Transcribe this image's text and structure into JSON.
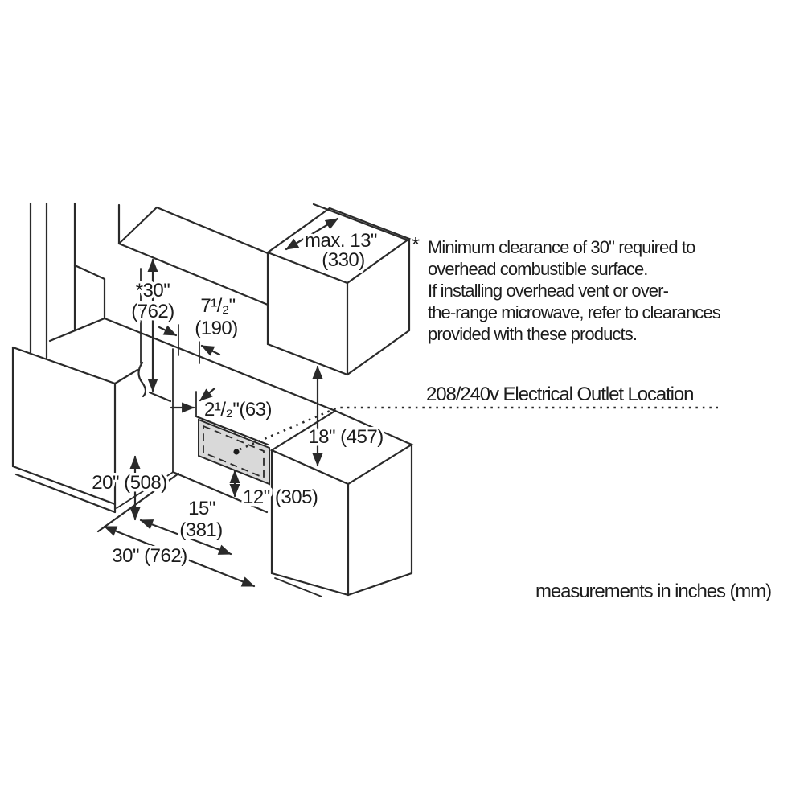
{
  "diagram_title_implicit": "range installation clearance diagram",
  "dims": {
    "overhead_depth_l1": "max. 13\"",
    "overhead_depth_l2": "(330)",
    "min_clearance_l1": "*30\"",
    "min_clearance_l2": "(762)",
    "rear_offset_l1": "7¹/₂\"",
    "rear_offset_l2": "(190)",
    "side_offset": "2¹/₂\"(63)",
    "counter_clearance": "18\" (457)",
    "outlet_height": "12\" (305)",
    "opening_height": "20\" (508)",
    "opening_depth_l1": "15\"",
    "opening_depth_l2": "(381)",
    "opening_width": "30\" (762)"
  },
  "note": {
    "marker": "*",
    "lines": [
      "Minimum clearance of 30\" required to",
      "overhead combustible surface.",
      "If installing overhead vent or over-",
      "the-range microwave, refer to clearances",
      "provided with these products."
    ]
  },
  "outlet_label": "208/240v Electrical Outlet Location",
  "footer": "measurements in inches (mm)",
  "colors": {
    "line": "#2a2a2a",
    "panel_fill": "#d9d9d9",
    "background": "#ffffff"
  }
}
